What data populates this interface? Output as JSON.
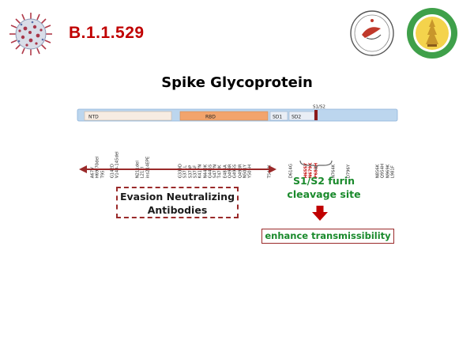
{
  "header": {
    "variant": "B.1.1.529",
    "variant_color": "#c00000"
  },
  "title": "Spike Glycoprotein",
  "protein_bar": {
    "domains": [
      {
        "label": "NTD",
        "color": "#f7ece2"
      },
      {
        "label": "RBD",
        "color": "#f2a46c"
      },
      {
        "label": "SD1",
        "color": "#e9eef5"
      },
      {
        "label": "SD2",
        "color": "#e9eef5"
      }
    ],
    "cleavage_label": "S1/S2",
    "bar_color": "#bcd6ee",
    "cleavage_color": "#8b1a1a"
  },
  "mutation_columns": [
    {
      "name": "col-a67v",
      "items": [
        "A67V",
        "H69-70del",
        "T95I"
      ],
      "color": "#222222"
    },
    {
      "name": "col-g142d",
      "items": [
        "G142D",
        "V143-145del"
      ],
      "color": "#222222"
    },
    {
      "name": "col-n211",
      "items": [
        "N211del",
        "L212I",
        "ins214EPE"
      ],
      "color": "#222222"
    },
    {
      "name": "col-rbd",
      "items": [
        "G339D",
        "S371L",
        "S373P",
        "S375F",
        "K417N",
        "N440K",
        "G446S",
        "S477N",
        "T478K",
        "E484A",
        "Q493R",
        "G496S",
        "Q498R",
        "N501Y",
        "Y505H"
      ],
      "color": "#222222"
    },
    {
      "name": "col-t547k",
      "items": [
        "T547K"
      ],
      "color": "#222222"
    },
    {
      "name": "col-d614g",
      "items": [
        "D614G"
      ],
      "color": "#222222"
    },
    {
      "name": "col-furin",
      "items": [
        "H655Y",
        "N679K",
        "P681H"
      ],
      "color": "#c00000"
    },
    {
      "name": "col-n764k",
      "items": [
        "N764K"
      ],
      "color": "#222222"
    },
    {
      "name": "col-d796y",
      "items": [
        "D796Y"
      ],
      "color": "#222222"
    },
    {
      "name": "col-n856k",
      "items": [
        "N856K",
        "Q954H",
        "N969K",
        "L981F"
      ],
      "color": "#222222"
    }
  ],
  "evasion": {
    "line1": "Evasion Neutralizing",
    "line2": "Antibodies",
    "border_color": "#9a2a2a"
  },
  "furin": {
    "line1": "S1/S2 furin",
    "line2": "cleavage site",
    "color": "#1a8a2c"
  },
  "transmissibility": {
    "label": "enhance transmissibility",
    "color": "#1a8a2c",
    "border_color": "#9a2a2a"
  },
  "arrow_color": "#c00000"
}
